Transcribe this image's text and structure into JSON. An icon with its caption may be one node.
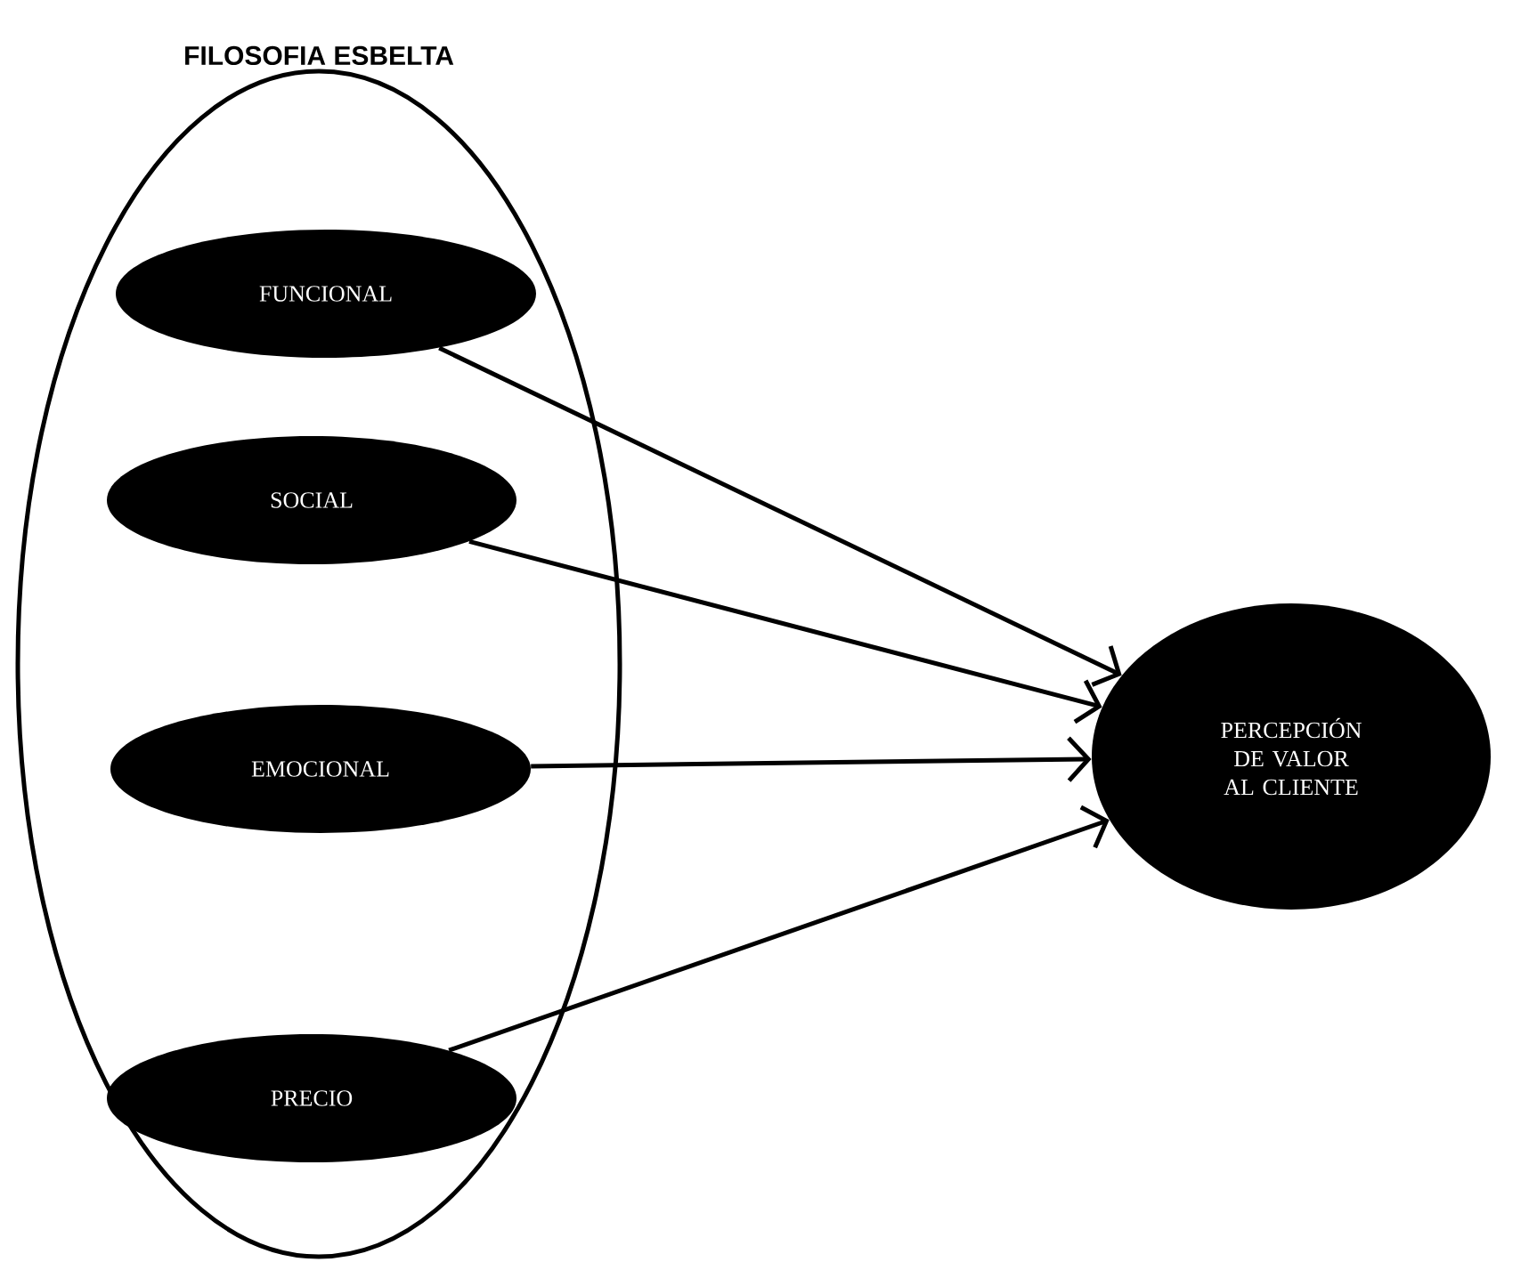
{
  "diagram": {
    "nodes": [
      {
        "text": [
          "FILOSOFIA ESBELTA"
        ]
      },
      {
        "text": [
          "FUNCIONAL"
        ],
        "in": 0
      },
      {
        "text": [
          "SOCIAL"
        ],
        "in": 0
      },
      {
        "text": [
          "EMOCIONAL"
        ],
        "in": 0
      },
      {
        "text": [
          "PRECIO"
        ],
        "in": 0
      },
      {
        "text": [
          "PERCEPCIÓN DE VALOR AL CLIENTE"
        ]
      }
    ],
    "edges": [
      {
        "from": 1,
        "to": 5,
        "arrow": "to"
      },
      {
        "from": 2,
        "to": 5,
        "arrow": "to"
      },
      {
        "from": 3,
        "to": 5,
        "arrow": "to"
      },
      {
        "from": 4,
        "to": 5,
        "arrow": "to"
      }
    ]
  }
}
